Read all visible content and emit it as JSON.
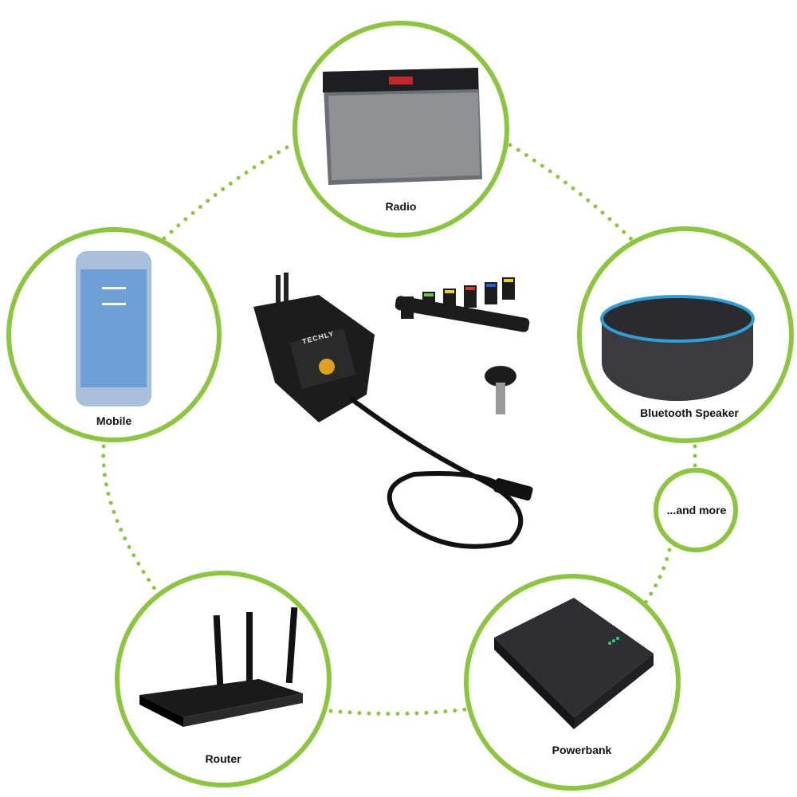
{
  "accent_color": "#8cc63f",
  "devices": [
    {
      "label": "Radio",
      "icon": "radio-speaker-icon"
    },
    {
      "label": "Mobile",
      "icon": "smartphone-icon"
    },
    {
      "label": "Bluetooth Speaker",
      "icon": "smart-speaker-icon"
    },
    {
      "label": "...and more",
      "icon": ""
    },
    {
      "label": "Router",
      "icon": "wifi-router-icon"
    },
    {
      "label": "Powerbank",
      "icon": "powerbank-icon"
    }
  ],
  "product": {
    "icon": "universal-power-adapter-icon",
    "brand": "TECHLY"
  }
}
